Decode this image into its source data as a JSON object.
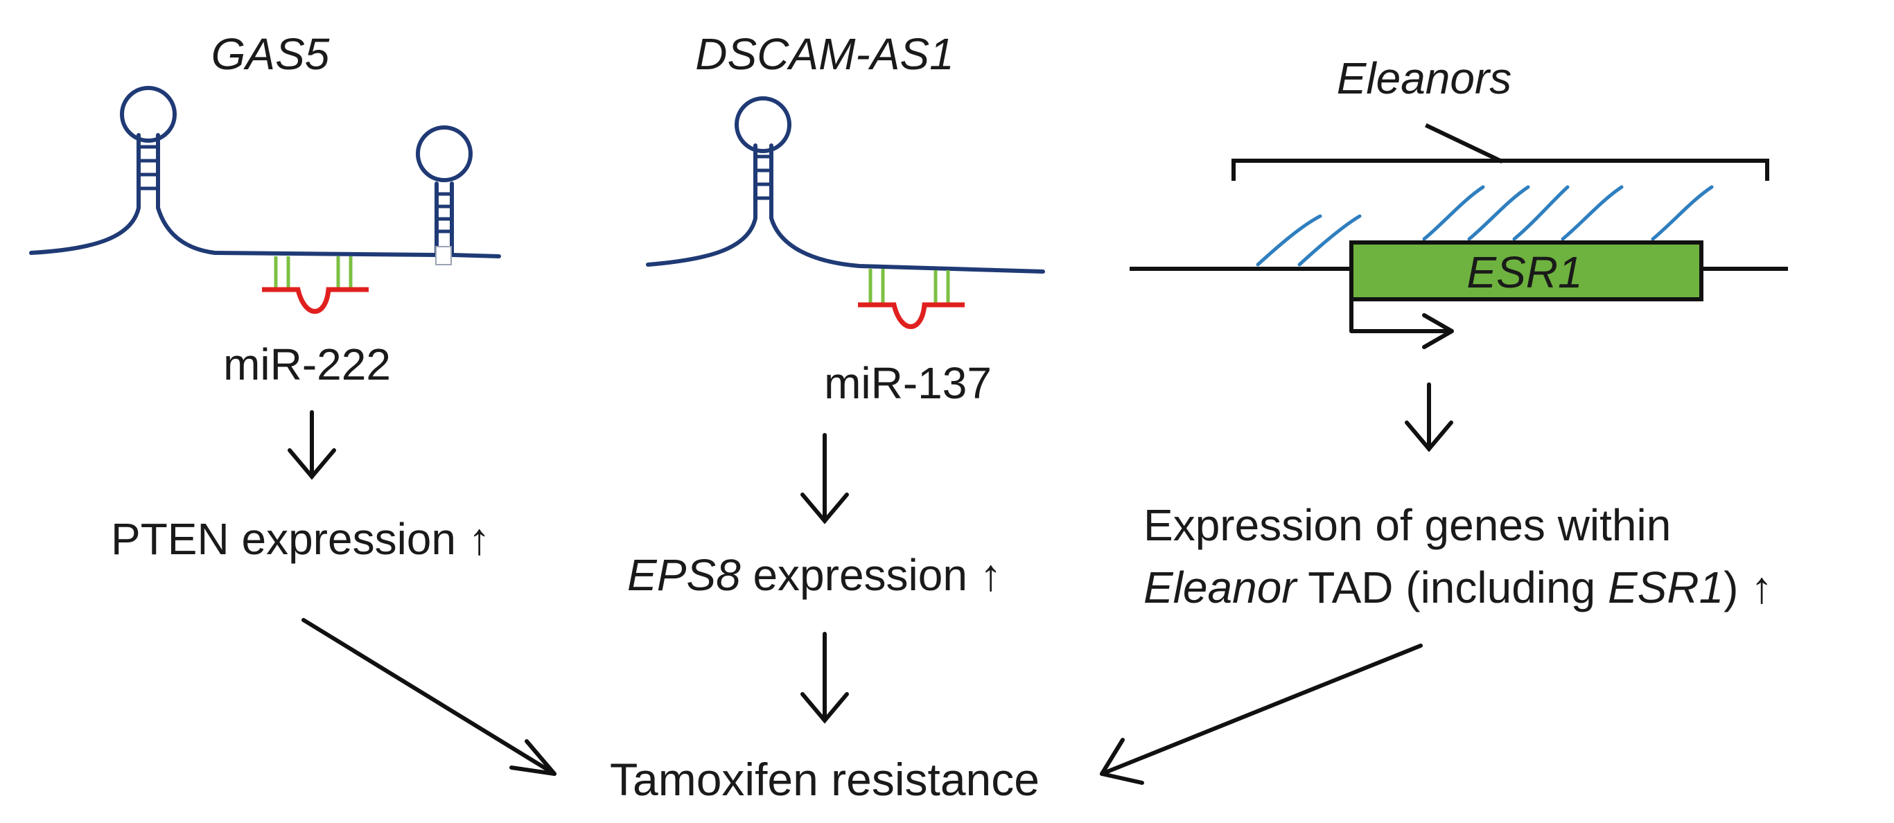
{
  "panels": {
    "gas5": {
      "title": "GAS5",
      "mirna": "miR-222",
      "effect": "PTEN expression ↑"
    },
    "dscam": {
      "title": "DSCAM-AS1",
      "mirna": "miR-137",
      "effect_gene": "EPS8",
      "effect_rest": " expression ↑"
    },
    "eleanors": {
      "title": "Eleanors",
      "gene_box": "ESR1",
      "effect_line1": "Expression of genes within",
      "effect_line2_a": "Eleanor",
      "effect_line2_b": " TAD (including ",
      "effect_line2_c": "ESR1",
      "effect_line2_d": ") ↑"
    }
  },
  "outcome": "Tamoxifen resistance",
  "colors": {
    "rna": "#1f3a75",
    "mirna": "#e0201e",
    "pairing": "#7cc043",
    "eleanor_rna": "#2f7fbf",
    "gene_box": "#6eb23f",
    "arrow": "#111111"
  }
}
